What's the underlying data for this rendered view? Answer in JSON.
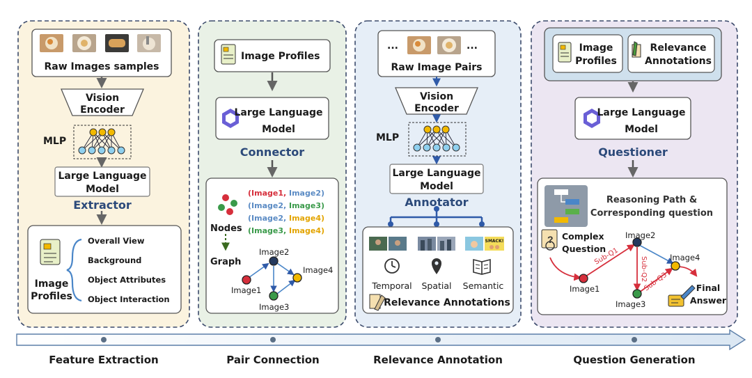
{
  "stages": [
    {
      "label": "Feature Extraction"
    },
    {
      "label": "Pair Connection"
    },
    {
      "label": "Relevance Annotation"
    },
    {
      "label": "Question Generation"
    }
  ],
  "extraction": {
    "raw_images_label": "Raw Images samples",
    "encoder_line1": "Vision",
    "encoder_line2": "Encoder",
    "mlp_label": "MLP",
    "llm_line1": "Large Language",
    "llm_line2": "Model",
    "role": "Extractor",
    "profiles_line1": "Image",
    "profiles_line2": "Profiles",
    "profile_items": [
      "Overall View",
      "Background",
      "Object Attributes",
      "Object Interaction"
    ]
  },
  "connection": {
    "input_label": "Image Profiles",
    "llm_line1": "Large Language",
    "llm_line2": "Model",
    "role": "Connector",
    "pairs": [
      {
        "a": "(Image1,",
        "b": " Image2)",
        "color_a": "#d62f3c",
        "color_b": "#5b8bc4"
      },
      {
        "a": "(Image2,",
        "b": " Image3)",
        "color_a": "#5b8bc4",
        "color_b": "#3a9a4a"
      },
      {
        "a": "(Image2,",
        "b": " Image4)",
        "color_a": "#5b8bc4",
        "color_b": "#e3a400"
      },
      {
        "a": "(Image3,",
        "b": " Image4)",
        "color_a": "#3a9a4a",
        "color_b": "#e3a400"
      }
    ],
    "nodes_label": "Nodes",
    "graph_label": "Graph",
    "graph_nodes": [
      "Image1",
      "Image2",
      "Image3",
      "Image4"
    ]
  },
  "annotation": {
    "input_label": "Raw Image Pairs",
    "ellipsis": "...",
    "encoder_line1": "Vision",
    "encoder_line2": "Encoder",
    "mlp_label": "MLP",
    "llm_line1": "Large Language",
    "llm_line2": "Model",
    "role": "Annotator",
    "types": [
      "Temporal",
      "Spatial",
      "Semantic"
    ],
    "output_label": "Relevance Annotations",
    "speech_text": "SMACK!"
  },
  "question": {
    "input1_line1": "Image",
    "input1_line2": "Profiles",
    "input2_line1": "Relevance",
    "input2_line2": "Annotations",
    "llm_line1": "Large Language",
    "llm_line2": "Model",
    "role": "Questioner",
    "path_title1": "Reasoning Path &",
    "path_title2": "Corresponding question",
    "complex_line1": "Complex",
    "complex_line2": "Question",
    "nodes": [
      "Image1",
      "Image2",
      "Image3",
      "Image4"
    ],
    "subs": [
      "Sub-Q1",
      "Sub-Q2",
      "Sub-Q3"
    ],
    "final_line1": "Final",
    "final_line2": "Answer"
  },
  "colors": {
    "panel1_bg": "#fbf3df",
    "panel2_bg": "#e9f1e6",
    "panel3_bg": "#e6eef7",
    "panel4_bg": "#ece6f2",
    "role_text": "#2c4a7a",
    "arrow_gray": "#666666",
    "arrow_blue": "#2f5aa8",
    "red": "#d62f3c",
    "green": "#3a9a4a",
    "yellow": "#f2b900",
    "navy": "#24395e"
  }
}
